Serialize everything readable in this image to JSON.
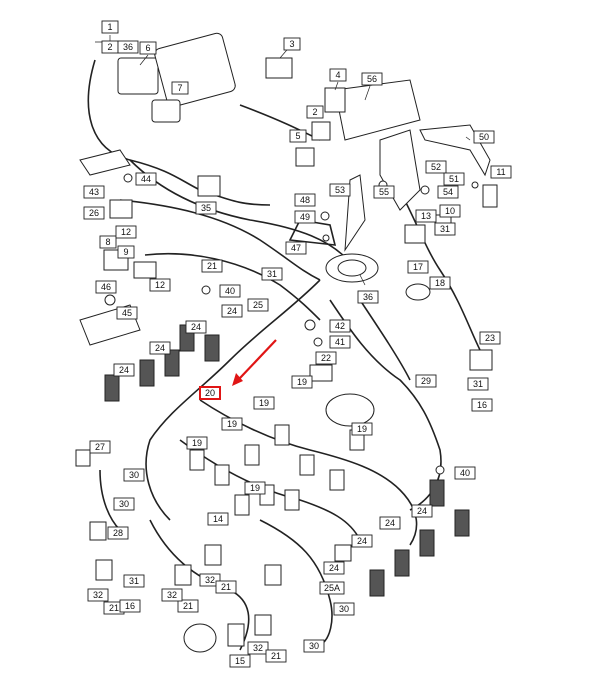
{
  "diagram": {
    "highlighted_callout": "20",
    "accent_color": "#e01515",
    "callout_labels": [
      "1",
      "2",
      "36",
      "6",
      "7",
      "3",
      "4",
      "56",
      "2",
      "5",
      "50",
      "52",
      "51",
      "11",
      "53",
      "55",
      "54",
      "43",
      "44",
      "48",
      "49",
      "26",
      "35",
      "47",
      "13",
      "10",
      "8",
      "12",
      "9",
      "31",
      "36",
      "21",
      "31",
      "12",
      "17",
      "18",
      "46",
      "40",
      "45",
      "25",
      "24",
      "42",
      "41",
      "22",
      "23",
      "24",
      "24",
      "24",
      "20",
      "19",
      "29",
      "31",
      "16",
      "19",
      "19",
      "19",
      "19",
      "19",
      "27",
      "30",
      "40",
      "30",
      "24",
      "24",
      "14",
      "24",
      "28",
      "31",
      "32",
      "32",
      "21",
      "24",
      "25A",
      "21",
      "21",
      "16",
      "32",
      "30",
      "15",
      "32",
      "21",
      "30"
    ]
  }
}
